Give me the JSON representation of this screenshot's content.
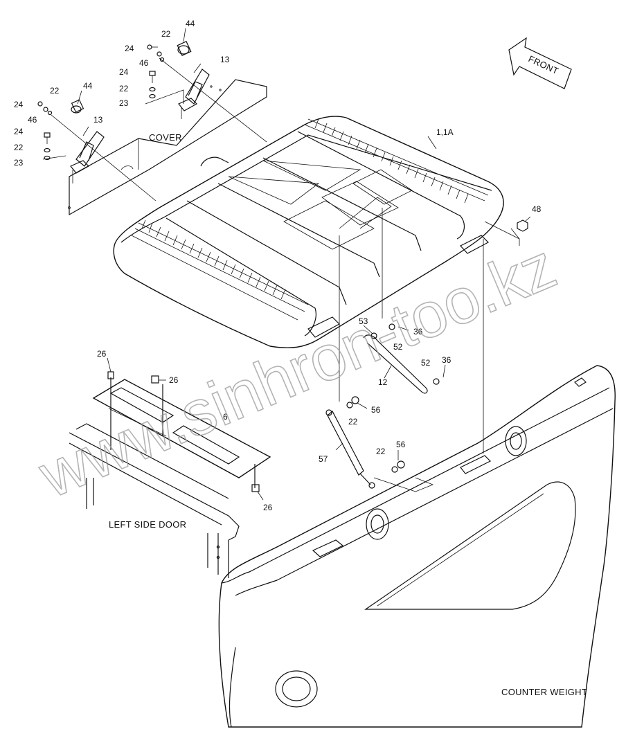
{
  "captions": {
    "cover": "COVER",
    "left_side_door": "LEFT SIDE DOOR",
    "counter_weight": "COUNTER WEIGHT",
    "front": "FRONT"
  },
  "watermark": "www.sinhron-too.kz",
  "part_labels": {
    "p44a": "44",
    "p22a": "22",
    "p24a": "24",
    "p46a": "46",
    "p13a": "13",
    "p24b": "24",
    "p22b": "22",
    "p23a": "23",
    "p22c": "22",
    "p24c": "24",
    "p46b": "46",
    "p44b": "44",
    "p13b": "13",
    "p24d": "24",
    "p22d": "22",
    "p23b": "23",
    "p1": "1,1A",
    "p48": "48",
    "p53": "53",
    "p36a": "36",
    "p52a": "52",
    "p12": "12",
    "p52b": "52",
    "p36b": "36",
    "p26a": "26",
    "p26b": "26",
    "p6": "6",
    "p26c": "26",
    "p22e": "22",
    "p56a": "56",
    "p57": "57",
    "p22f": "22",
    "p56b": "56"
  },
  "colors": {
    "line": "#111111",
    "watermark": "#9a9a9a",
    "background": "#ffffff"
  }
}
